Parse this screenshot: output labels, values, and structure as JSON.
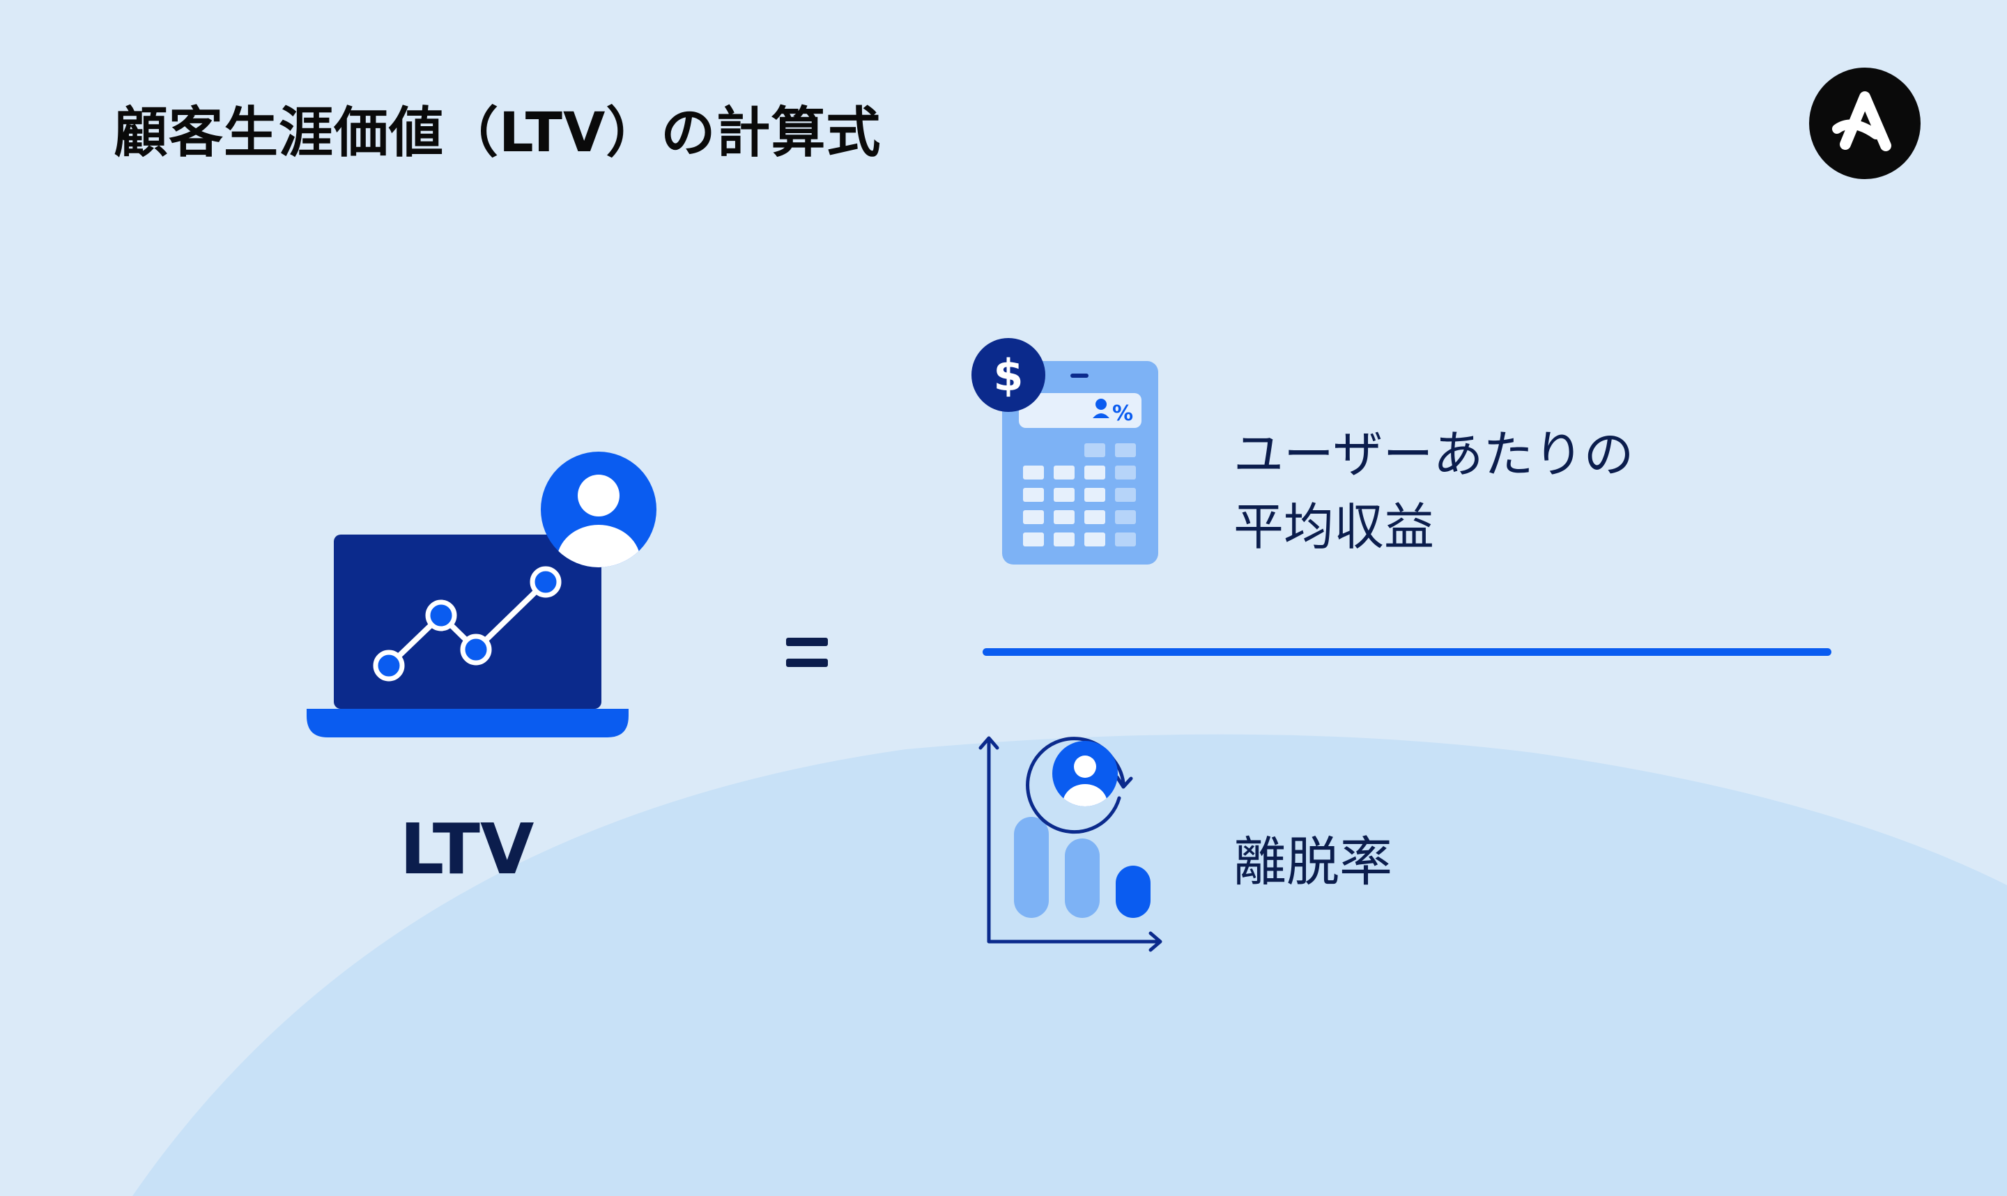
{
  "title": "顧客生涯価値（LTV）の計算式",
  "formula": {
    "left_label": "LTV",
    "equals": "=",
    "numerator_lines": [
      "ユーザーあたりの",
      "平均収益"
    ],
    "denominator": "離脱率"
  },
  "icons": {
    "logo": "brand-logo-icon",
    "laptop": "laptop-chart-icon",
    "calculator": "calculator-dollar-icon",
    "churn": "churn-chart-icon"
  },
  "colors": {
    "background": "#dbeaf8",
    "arc": "#c8e1f7",
    "primary_blue": "#0a5cf0",
    "navy": "#0b1d4d",
    "dark_blue": "#0b2a8c",
    "light_blue": "#7db2f5"
  }
}
